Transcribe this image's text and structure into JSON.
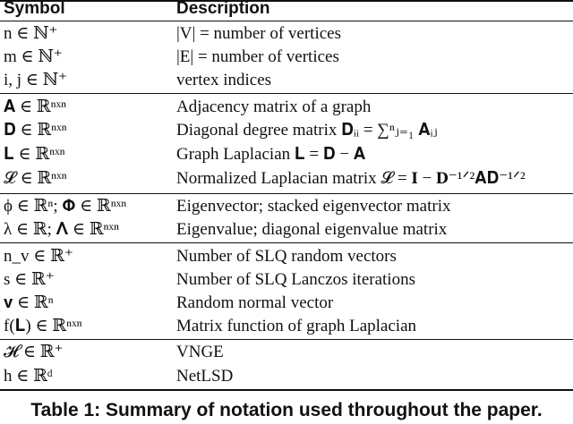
{
  "header": {
    "symbol": "Symbol",
    "description": "Description"
  },
  "groups": [
    [
      {
        "symbol": "n ∈ ℕ⁺",
        "description": "|V| = number of vertices"
      },
      {
        "symbol": "m ∈ ℕ⁺",
        "description": "|E| = number of vertices"
      },
      {
        "symbol": "i, j ∈ ℕ⁺",
        "description": "vertex indices"
      }
    ],
    [
      {
        "symbol": "𝐀 ∈ ℝⁿˣⁿ",
        "description": "Adjacency matrix of a graph"
      },
      {
        "symbol": "𝐃 ∈ ℝⁿˣⁿ",
        "description": "Diagonal degree matrix 𝐃ᵢᵢ = ∑ⁿⱼ₌₁ 𝐀ᵢⱼ"
      },
      {
        "symbol": "𝐋 ∈ ℝⁿˣⁿ",
        "description": "Graph Laplacian 𝐋 = 𝐃 − 𝐀"
      },
      {
        "symbol": "𝓛 ∈ ℝⁿˣⁿ",
        "description": "Normalized Laplacian matrix 𝓛 = 𝐈 − 𝐃⁻¹ᐟ²𝐀𝐃⁻¹ᐟ²"
      }
    ],
    [
      {
        "symbol": "ϕ ∈ ℝⁿ; 𝚽 ∈ ℝⁿˣⁿ",
        "description": "Eigenvector; stacked eigenvector matrix"
      },
      {
        "symbol": "λ ∈ ℝ; 𝚲 ∈ ℝⁿˣⁿ",
        "description": "Eigenvalue; diagonal eigenvalue matrix"
      }
    ],
    [
      {
        "symbol": "n_v ∈ ℝ⁺",
        "description": "Number of SLQ random vectors"
      },
      {
        "symbol": "s ∈ ℝ⁺",
        "description": "Number of SLQ Lanczos iterations"
      },
      {
        "symbol": "𝐯 ∈ ℝⁿ",
        "description": "Random normal vector"
      },
      {
        "symbol": "f(𝐋) ∈ ℝⁿˣⁿ",
        "description": "Matrix function of graph Laplacian"
      }
    ],
    [
      {
        "symbol": "𝓗 ∈ ℝ⁺",
        "description": "VNGE"
      },
      {
        "symbol": "h ∈ ℝᵈ",
        "description": "NetLSD"
      }
    ]
  ],
  "caption": "Table 1: Summary of notation used throughout the paper."
}
